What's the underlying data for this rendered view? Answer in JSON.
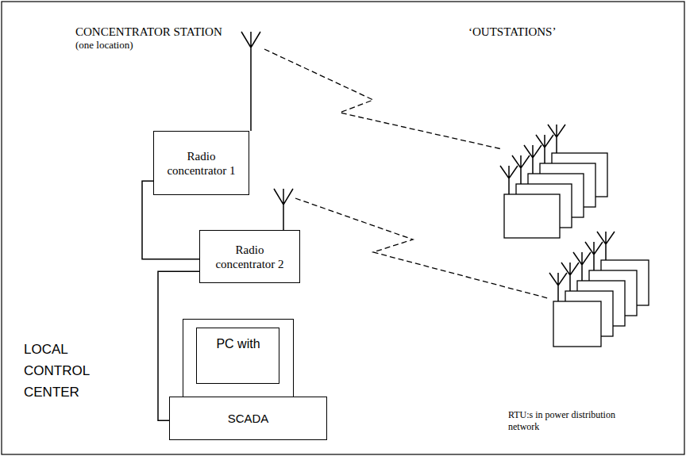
{
  "diagram": {
    "nodes": [
      {
        "text": [
          "Radio concentrator 1"
        ]
      },
      {
        "text": [
          "Radio concentrator 2"
        ]
      },
      {
        "text": [
          "PC with"
        ]
      },
      {
        "text": [
          "SCADA"
        ]
      }
    ],
    "edges": [
      {
        "from": 0,
        "to": 1,
        "arrow": "none"
      },
      {
        "from": 1,
        "to": 3,
        "arrow": "none"
      }
    ],
    "labels": [
      "CONCENTRATOR STATION",
      "(one location)",
      "‘OUTSTATIONS’",
      "LOCAL CONTROL CENTER",
      "RTU:s in power distribution network"
    ]
  }
}
